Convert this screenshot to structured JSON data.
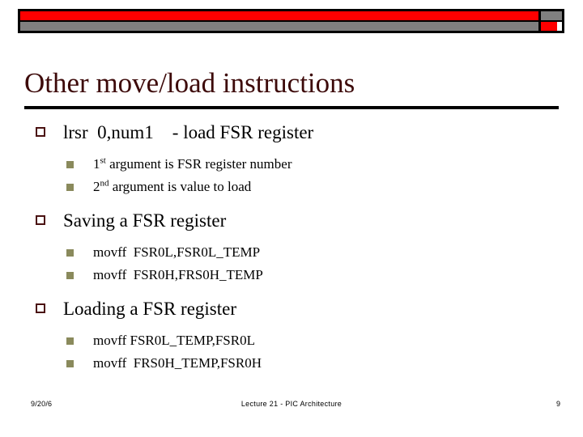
{
  "slide": {
    "title": "Other move/load instructions",
    "banner": {
      "top_bar_color": "#ff0000",
      "top_chip_color": "#808080",
      "bottom_bar_color": "#808080",
      "bottom_chip_color": "#ff0000",
      "border_color": "#000000"
    },
    "title_color": "#3d0a0a",
    "rule_color": "#000000",
    "bullet_level1_color": "#4a1111",
    "bullet_level2_color": "#8a8a5c",
    "content": [
      {
        "level1": "lrsr  0,num1    - load FSR register",
        "level2": [
          {
            "pre": "1",
            "sup": "st",
            "post": " argument is FSR register number"
          },
          {
            "pre": "2",
            "sup": "nd",
            "post": " argument is value to load"
          }
        ]
      },
      {
        "level1": "Saving a FSR register",
        "level2": [
          {
            "pre": "movff  FSR0L,FSR0L_TEMP",
            "sup": "",
            "post": ""
          },
          {
            "pre": "movff  FSR0H,FRS0H_TEMP",
            "sup": "",
            "post": ""
          }
        ]
      },
      {
        "level1": "Loading a FSR register",
        "level2": [
          {
            "pre": "movff FSR0L_TEMP,FSR0L",
            "sup": "",
            "post": ""
          },
          {
            "pre": "movff  FRS0H_TEMP,FSR0H",
            "sup": "",
            "post": ""
          }
        ]
      }
    ],
    "footer": {
      "date": "9/20/6",
      "center": "Lecture 21 - PIC Architecture",
      "page": "9"
    }
  }
}
